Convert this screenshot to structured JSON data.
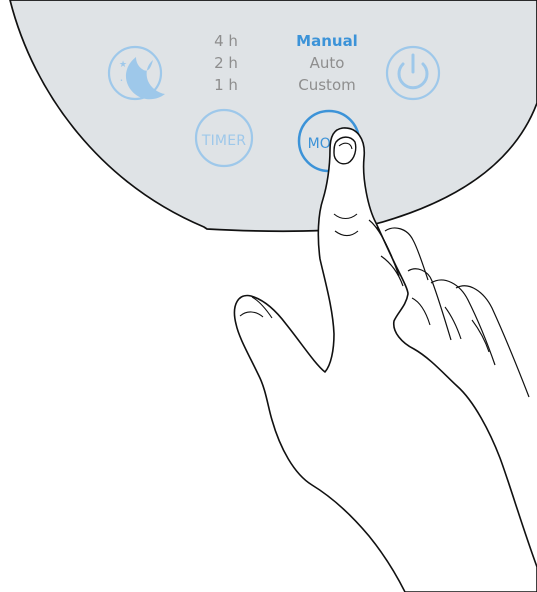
{
  "colors": {
    "panel_fill": "#dfe3e6",
    "panel_stroke": "#111111",
    "accent_blue": "#3c93d8",
    "pale_blue": "#9ec8ea",
    "muted_text": "#8e8e8e",
    "hand_outline": "#111111",
    "hand_fill": "#ffffff"
  },
  "controls": {
    "sleep_button": {
      "icon": "moon-stars-icon"
    },
    "timer_options": {
      "items": [
        "4 h",
        "2 h",
        "1 h"
      ],
      "selected_index": null
    },
    "timer_button": {
      "label": "TIMER"
    },
    "mode_options": {
      "items": [
        "Manual",
        "Auto",
        "Custom"
      ],
      "selected_index": 0
    },
    "mode_button": {
      "label": "MODE",
      "pressed": true
    },
    "power_button": {
      "icon": "power-icon"
    }
  },
  "scene": {
    "pointer": "finger-press-icon"
  }
}
